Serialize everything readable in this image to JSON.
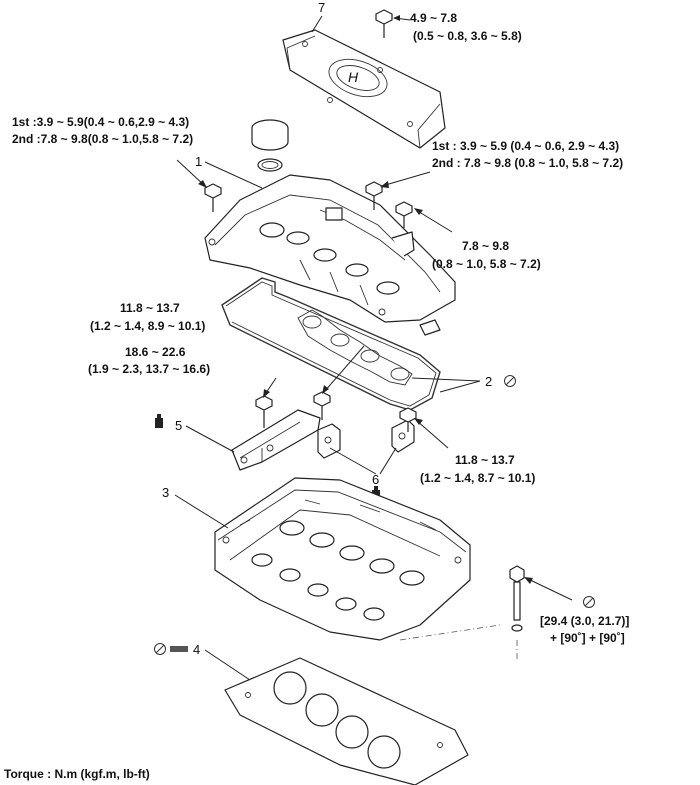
{
  "callouts": {
    "part1": "1",
    "part2": "2",
    "part3": "3",
    "part4": "4",
    "part5": "5",
    "part6": "6",
    "part7": "7"
  },
  "torque_specs": {
    "cover_bolt_top": {
      "line1": "4.9 ~ 7.8",
      "line2": "(0.5 ~ 0.8, 3.6 ~ 5.8)"
    },
    "head_cover_left": {
      "line1": "1st :3.9 ~ 5.9(0.4 ~ 0.6,2.9 ~ 4.3)",
      "line2": "2nd :7.8 ~ 9.8(0.8 ~ 1.0,5.8 ~ 7.2)"
    },
    "head_cover_right": {
      "line1": "1st  : 3.9 ~ 5.9 (0.4 ~ 0.6, 2.9 ~ 4.3)",
      "line2": "2nd : 7.8 ~ 9.8 (0.8 ~ 1.0, 5.8 ~ 7.2)"
    },
    "breather_bolt": {
      "line1": "7.8 ~ 9.8",
      "line2": "(0.8 ~ 1.0, 5.8 ~ 7.2)"
    },
    "cam_cap_mid": {
      "line1": "11.8 ~ 13.7",
      "line2": "(1.2 ~ 1.4, 8.9 ~ 10.1)"
    },
    "cam_cap_left": {
      "line1": "18.6 ~ 22.6",
      "line2": "(1.9 ~ 2.3, 13.7 ~ 16.6)"
    },
    "cam_cap_right": {
      "line1": "11.8 ~ 13.7",
      "line2": "(1.2 ~ 1.4, 8.7 ~ 10.1)"
    },
    "head_bolt": {
      "line1": "[29.4 (3.0, 21.7)]",
      "line2": "+ [90˚] + [90˚]"
    }
  },
  "footer": "Torque : N.m (kgf.m, lb-ft)"
}
